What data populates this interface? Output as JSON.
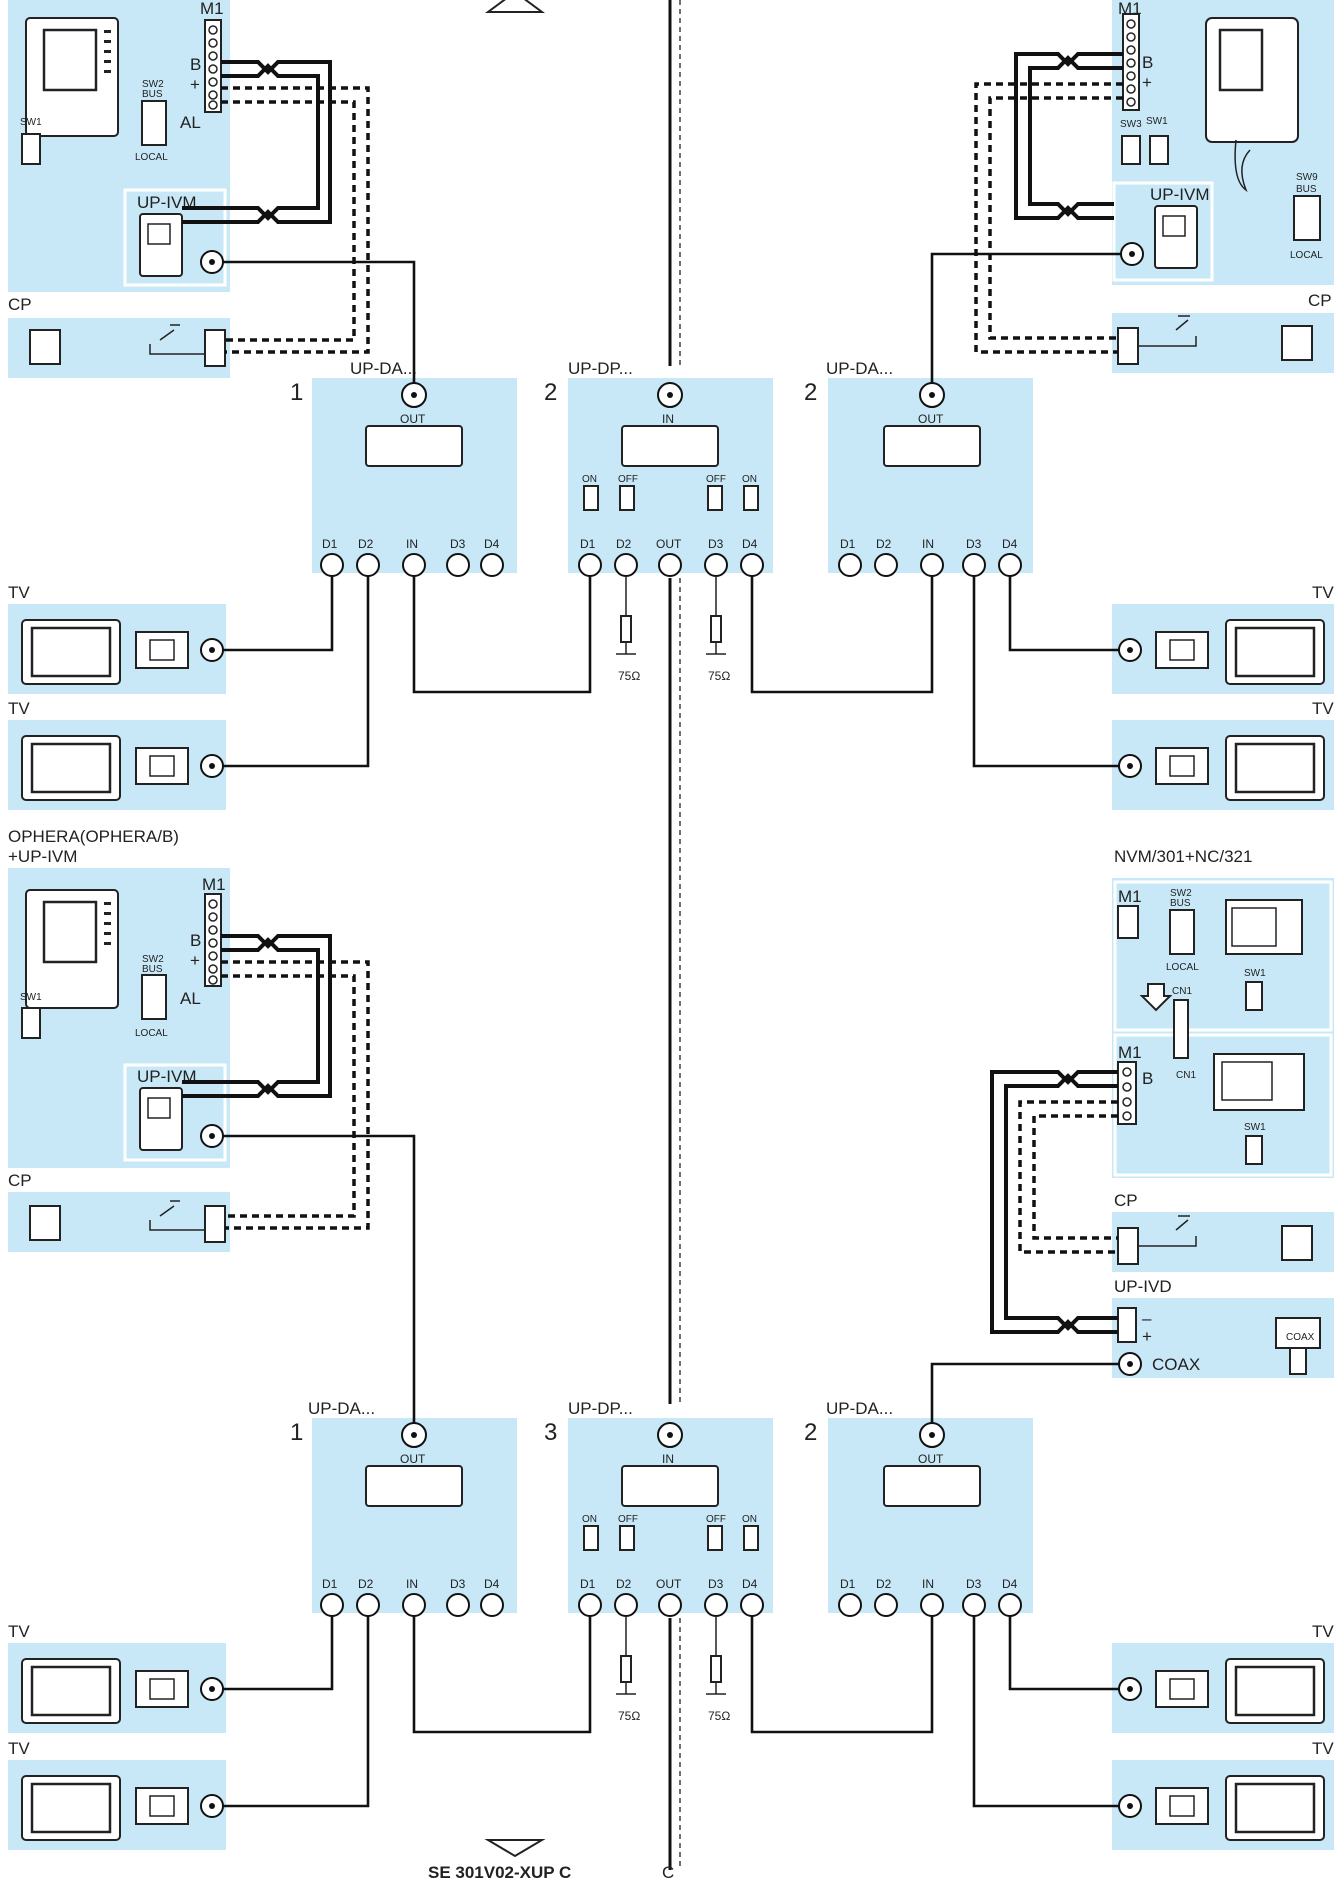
{
  "labels": {
    "m1": "M1",
    "sw1": "SW1",
    "sw2": "SW2",
    "sw3": "SW3",
    "sw9": "SW9",
    "bus": "BUS",
    "local": "LOCAL",
    "b": "B",
    "plus": "+",
    "minus": "–",
    "al": "AL",
    "up_ivm": "UP-IVM",
    "cp": "CP",
    "tv": "TV",
    "up_da": "UP-DA...",
    "up_dp": "UP-DP...",
    "out": "OUT",
    "in": "IN",
    "d1": "D1",
    "d2": "D2",
    "d3": "D3",
    "d4": "D4",
    "on": "ON",
    "off": "OFF",
    "ohm": "75Ω",
    "cn1": "CN1",
    "coax": "COAX",
    "coax_small": "COAX",
    "up_ivd": "UP-IVD",
    "opera_line1": "OPHERA(OPHERA/B)",
    "opera_line2": "+UP-IVM",
    "nvm_title": "NVM/301+NC/321",
    "num_1": "1",
    "num_2": "2",
    "num_3": "3",
    "footer_ref": "SE 301V02-XUP C",
    "footer_c": "C"
  }
}
